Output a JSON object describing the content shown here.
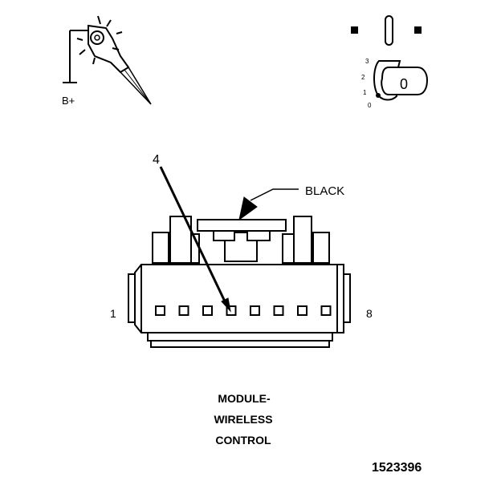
{
  "probe": {
    "supply_label": "B+"
  },
  "ignition": {
    "positions": [
      "3",
      "2",
      "1",
      "0"
    ],
    "key_label": "0"
  },
  "connector": {
    "pin_callout": "4",
    "color_label": "BLACK",
    "pin_first": "1",
    "pin_last": "8",
    "pin_count": 8,
    "highlighted_pin": 4
  },
  "component": {
    "name_lines": [
      "MODULE-",
      "WIRELESS",
      "CONTROL"
    ]
  },
  "figure_id": "1523396"
}
